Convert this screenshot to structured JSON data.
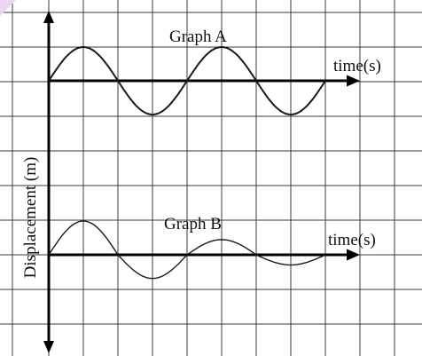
{
  "accent_corner_color": "#ecd6f2",
  "chart_data": [
    {
      "type": "line",
      "title": "Graph A",
      "xlabel": "time(s)",
      "ylabel": "Displacement (m)",
      "x": [
        0,
        1,
        2,
        3,
        4
      ],
      "series": [
        {
          "kind": "half-wave-sequence",
          "segments": [
            {
              "from": 0,
              "to": 1,
              "peak": 1.0
            },
            {
              "from": 1,
              "to": 2,
              "peak": -1.0
            },
            {
              "from": 2,
              "to": 3,
              "peak": 1.0
            },
            {
              "from": 3,
              "to": 4,
              "peak": -1.0
            }
          ]
        }
      ],
      "ylim": [
        -1,
        1
      ],
      "grid": true
    },
    {
      "type": "line",
      "title": "Graph B",
      "xlabel": "time(s)",
      "ylabel": "Displacement (m)",
      "x": [
        0,
        1,
        2,
        3,
        4
      ],
      "series": [
        {
          "kind": "half-wave-sequence",
          "segments": [
            {
              "from": 0,
              "to": 1,
              "peak": 1.0
            },
            {
              "from": 1,
              "to": 2,
              "peak": -0.7
            },
            {
              "from": 2,
              "to": 3,
              "peak": 0.45
            },
            {
              "from": 3,
              "to": 4,
              "peak": -0.3
            }
          ]
        }
      ],
      "ylim": [
        -1,
        1
      ],
      "grid": true
    }
  ]
}
